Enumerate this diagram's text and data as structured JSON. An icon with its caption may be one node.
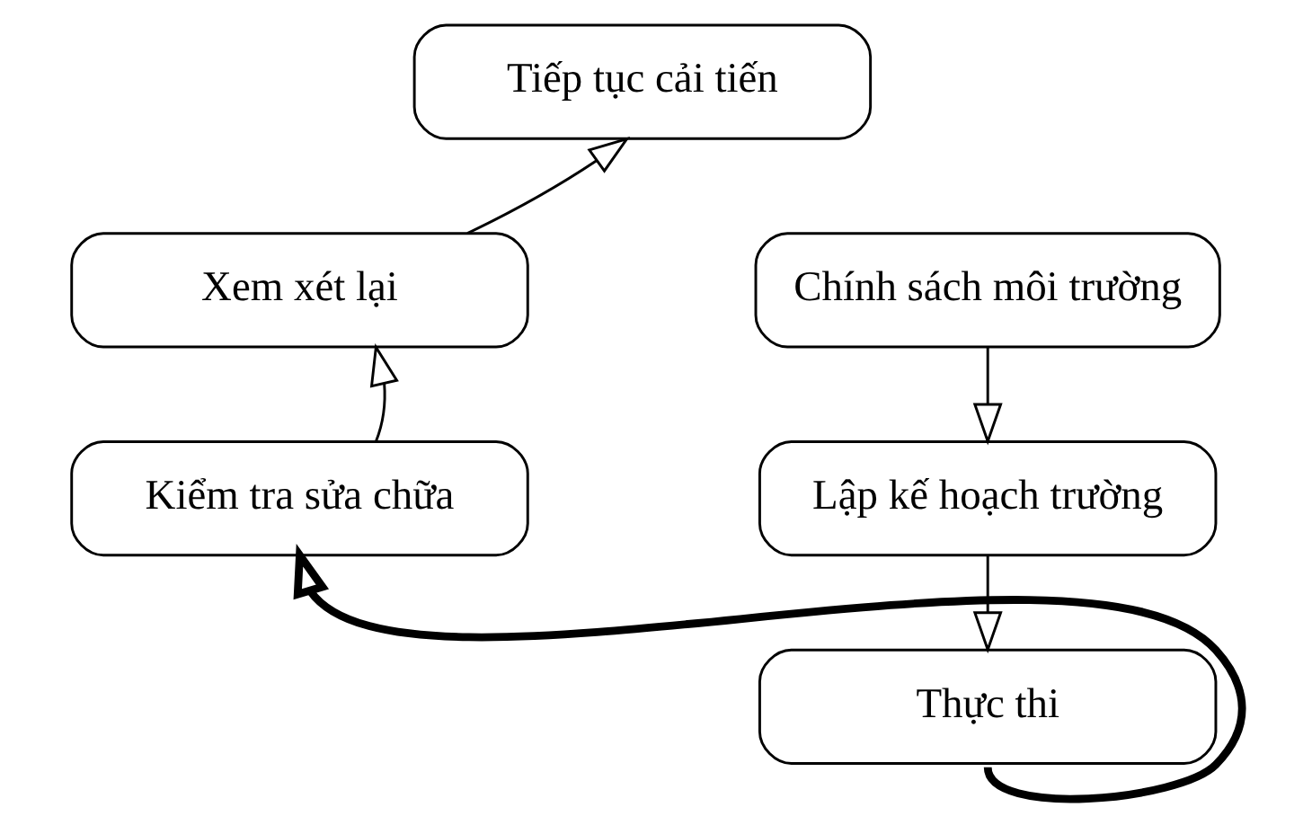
{
  "diagram": {
    "nodes": [
      {
        "text": [
          "Tiếp tục cải tiến"
        ]
      },
      {
        "text": [
          "Xem xét lại"
        ]
      },
      {
        "text": [
          "Kiểm tra sửa chữa"
        ]
      },
      {
        "text": [
          "Chính sách môi trường"
        ]
      },
      {
        "text": [
          "Lập kế hoạch trường"
        ]
      },
      {
        "text": [
          "Thực thi"
        ]
      }
    ],
    "edges": [
      {
        "from": 3,
        "to": 4,
        "arrow": "to"
      },
      {
        "from": 4,
        "to": 5,
        "arrow": "to"
      },
      {
        "from": 5,
        "to": 2,
        "arrow": "to",
        "style": "thick"
      },
      {
        "from": 2,
        "to": 1,
        "arrow": "to"
      },
      {
        "from": 1,
        "to": 0,
        "arrow": "to"
      }
    ]
  }
}
